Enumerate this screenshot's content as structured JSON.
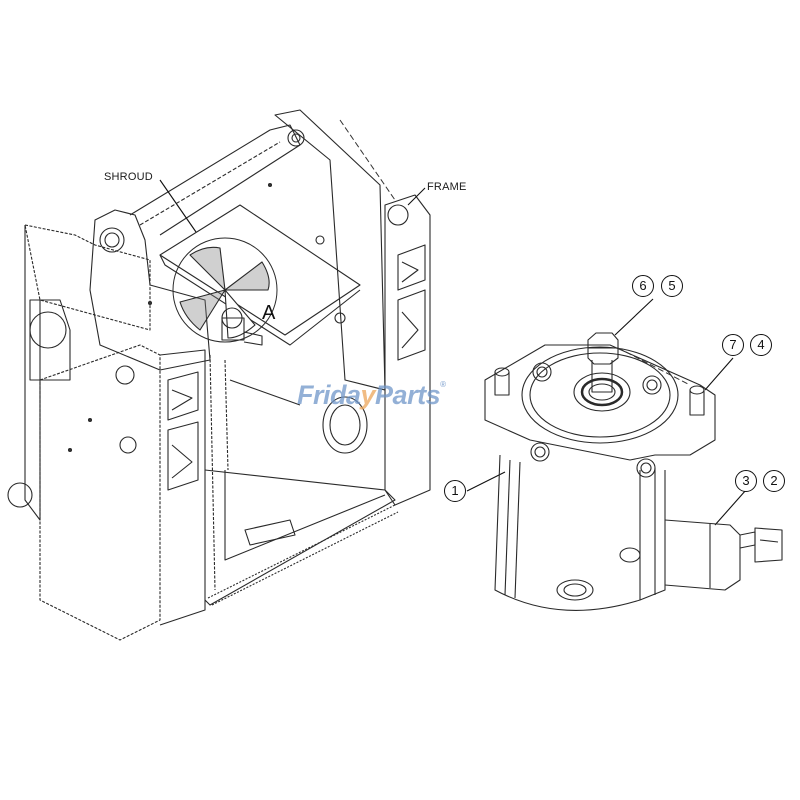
{
  "diagram": {
    "title": "",
    "type": "exploded parts view",
    "labels": {
      "shroud": "SHROUD",
      "frame": "FRAME",
      "view_letter": "A"
    },
    "callouts": [
      {
        "id": "c1",
        "numbers": [
          "1"
        ],
        "position": "left of motor body"
      },
      {
        "id": "c65",
        "numbers": [
          "6",
          "5"
        ],
        "position": "above shaft nut"
      },
      {
        "id": "c74",
        "numbers": [
          "7",
          "4"
        ],
        "position": "above mounting dowel"
      },
      {
        "id": "c32",
        "numbers": [
          "3",
          "2"
        ],
        "position": "above side sensor/connector"
      }
    ],
    "callout_texts": {
      "c1_a": "1",
      "c65_a": "6",
      "c65_b": "5",
      "c74_a": "7",
      "c74_b": "4",
      "c32_a": "3",
      "c32_b": "2"
    },
    "watermark": {
      "part1": "Friday",
      "part1_head": "Frida",
      "part1_tail": "y",
      "part2": "Parts",
      "registered": "®",
      "colors": {
        "blue": "#6f96c9",
        "orange": "#eda65a"
      }
    },
    "components": [
      {
        "name": "frame",
        "description": "machine chassis frame"
      },
      {
        "name": "shroud",
        "description": "fan shroud with cooling fan"
      },
      {
        "name": "fan-motor",
        "description": "hydraulic fan motor assembly (item 1)"
      }
    ]
  },
  "colors": {
    "line": "#222222",
    "background": "#ffffff"
  }
}
